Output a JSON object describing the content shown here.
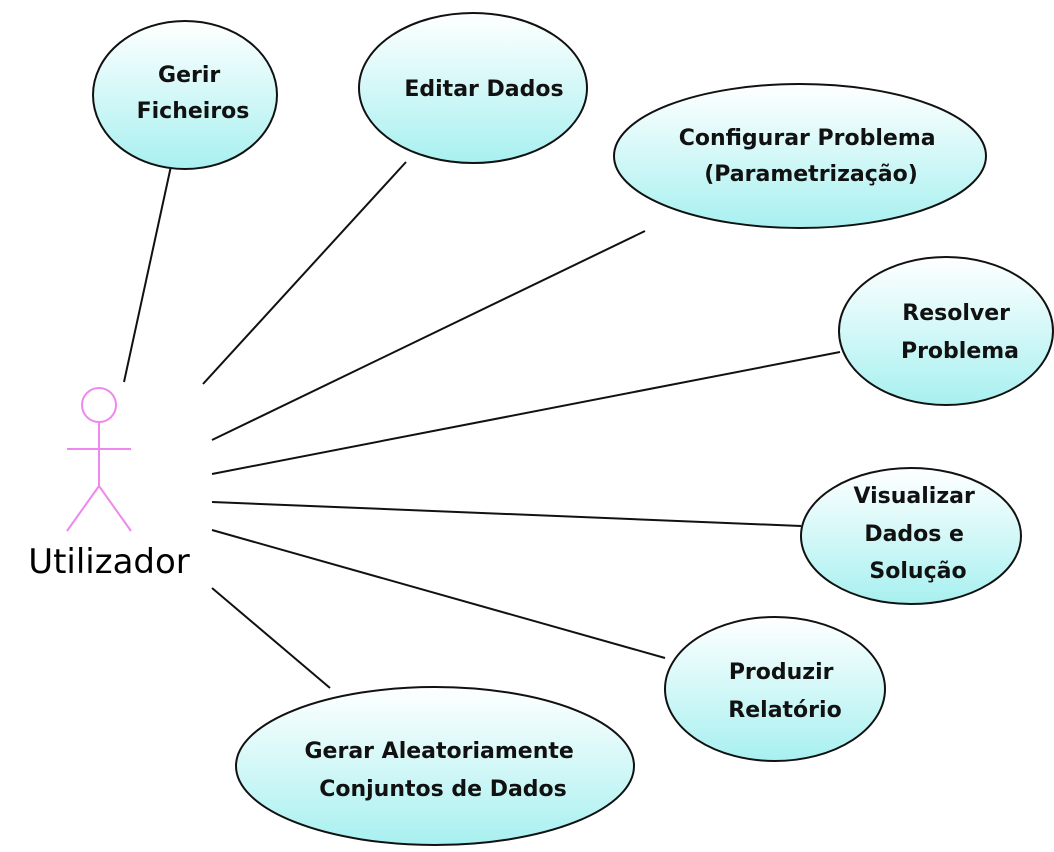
{
  "actor": {
    "name": "Utilizador",
    "stroke_color": "#ee88ee",
    "icon": "stick-figure-icon"
  },
  "use_cases": [
    {
      "id": "gerir-ficheiros",
      "lines": [
        "Gerir",
        "Ficheiros"
      ]
    },
    {
      "id": "editar-dados",
      "lines": [
        "Editar Dados"
      ]
    },
    {
      "id": "configurar-problema",
      "lines": [
        "Configurar Problema",
        "(Parametrização)"
      ]
    },
    {
      "id": "resolver-problema",
      "lines": [
        "Resolver",
        "Problema"
      ]
    },
    {
      "id": "visualizar-dados",
      "lines": [
        "Visualizar",
        "Dados e",
        "Solução"
      ]
    },
    {
      "id": "produzir-relatorio",
      "lines": [
        "Produzir",
        "Relatório"
      ]
    },
    {
      "id": "gerar-aleatoriamente",
      "lines": [
        "Gerar Aleatoriamente",
        "Conjuntos de Dados"
      ]
    }
  ],
  "colors": {
    "ellipse_fill_top": "#ffffff",
    "ellipse_fill_bottom": "#a8f0f0",
    "line": "#111111"
  }
}
